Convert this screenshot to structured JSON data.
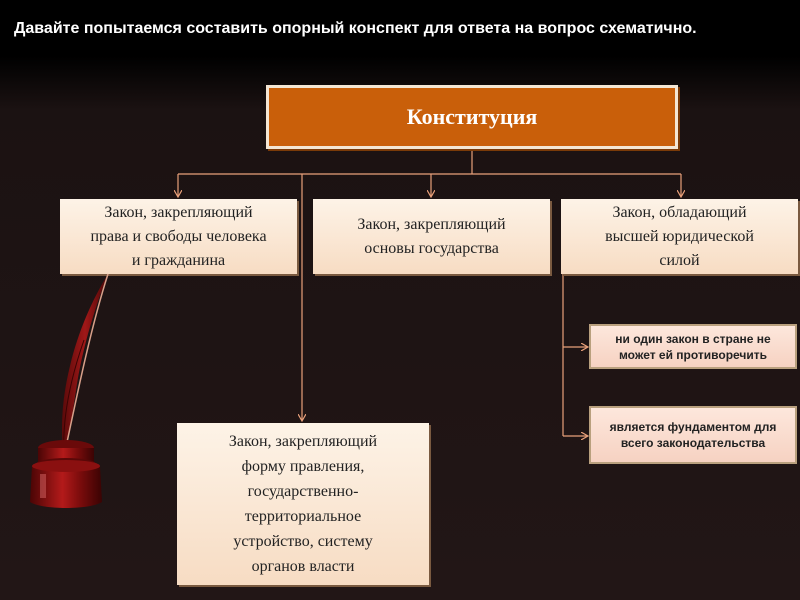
{
  "slide": {
    "title": "Давайте попытаемся составить опорный конспект для ответа на вопрос схематично."
  },
  "diagram": {
    "root": "Конституция",
    "children": [
      {
        "lines": [
          "Закон, закрепляющий",
          "права и свободы человека",
          "и гражданина"
        ]
      },
      {
        "lines": [
          "Закон, закрепляющий",
          "основы государства"
        ]
      },
      {
        "lines": [
          "Закон, обладающий",
          "высшей юридической",
          "силой"
        ]
      },
      {
        "lines": [
          "Закон,  закрепляющий",
          "форму правления,",
          "государственно-",
          "территориальное",
          "устройство, систему",
          "органов власти"
        ]
      }
    ],
    "details": [
      {
        "lines": [
          "ни один закон в стране не",
          "может  ей противоречить"
        ]
      },
      {
        "lines": [
          "является фундаментом",
          "для всего",
          "законодательства"
        ]
      }
    ]
  },
  "colors": {
    "root_fill": "#c95f0a",
    "connector": "#e8a07a",
    "background": "#000000"
  },
  "icons": [
    "quill-inkwell-icon"
  ]
}
